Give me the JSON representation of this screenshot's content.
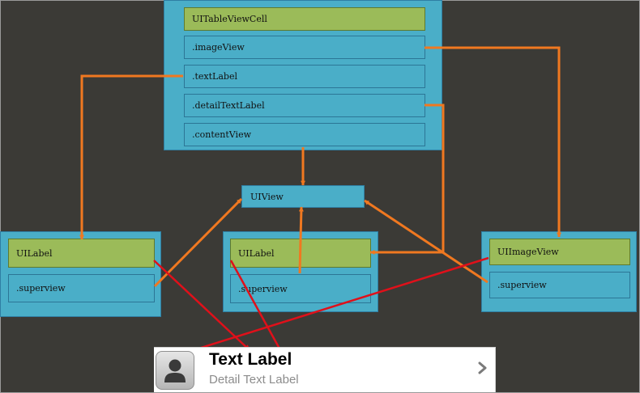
{
  "cell_class": {
    "title": "UITableViewCell",
    "properties": [
      ".imageView",
      ".textLabel",
      ".detailTextLabel",
      ".contentView"
    ]
  },
  "uiview": {
    "label": "UIView"
  },
  "label_left": {
    "title": "UILabel",
    "property": ".superview"
  },
  "label_middle": {
    "title": "UILabel",
    "property": ".superview"
  },
  "image_view": {
    "title": "UIImageView",
    "property": ".superview"
  },
  "table_cell": {
    "text_label": "Text Label",
    "detail_label": "Detail Text Label",
    "image_icon": "person-silhouette-icon",
    "accessory_icon": "chevron-right-icon"
  },
  "colors": {
    "background": "#3b3a36",
    "box": "#4aaec8",
    "title_row": "#9bbb59",
    "arrow_orange": "#f07820",
    "arrow_red": "#e0101a"
  }
}
